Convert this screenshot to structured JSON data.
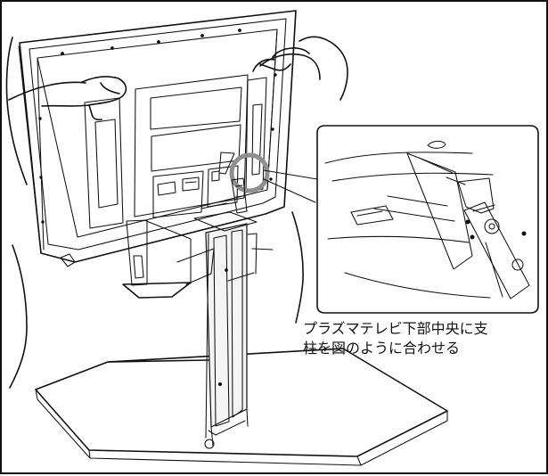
{
  "annotation": {
    "lines": [
      "プラズマテレビ下部中央に支",
      "柱を図のように合わせる"
    ]
  },
  "figure": {
    "main_subject": "plasma-tv-stand-attachment",
    "detail_callout": "stand-pole-alignment"
  },
  "colors": {
    "ink": "#111111",
    "callout_ring": "#8f8f8f",
    "background": "#ffffff"
  }
}
